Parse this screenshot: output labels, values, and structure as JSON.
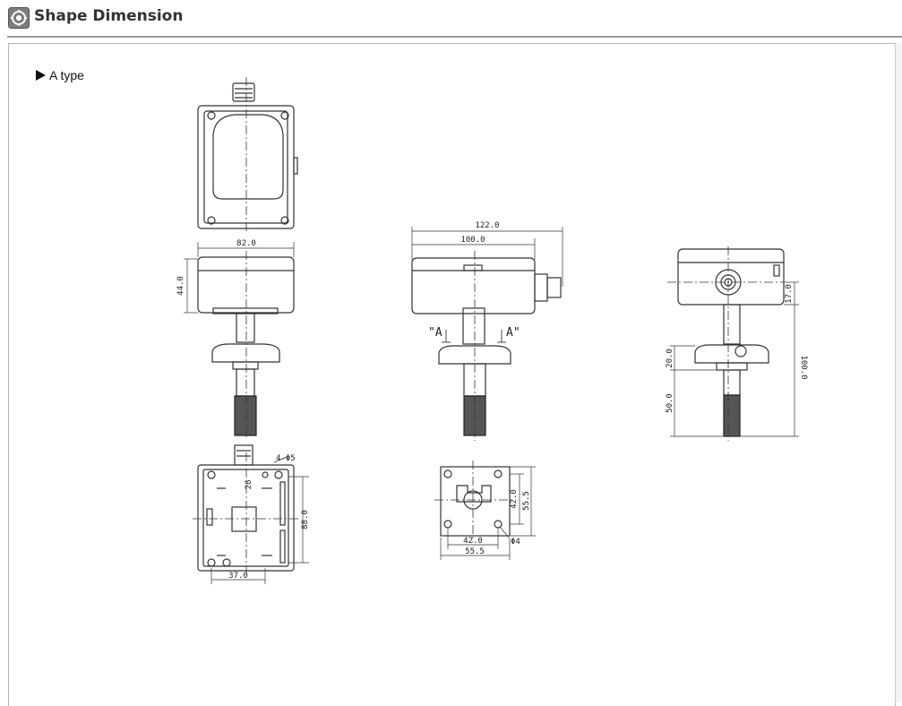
{
  "header": {
    "title": "Shape Dimension",
    "icon": "gear-icon"
  },
  "section": {
    "label": "A type"
  },
  "dimensions": {
    "width_82": "82.0",
    "height_44": "44.0",
    "length_122": "122.0",
    "length_100": "100.0",
    "section_mark_left": "\"A",
    "section_mark_right": "A\"",
    "depth_17": "17.0",
    "flange_20": "20.0",
    "probe_50": "50.0",
    "total_100": "100.0",
    "holes_label": "4-Φ5",
    "dim_26": "26",
    "height_88": "88.0",
    "width_37": "37.0",
    "flange_42h": "42.0",
    "flange_55h": "55.5",
    "flange_42w": "42.0",
    "flange_55w": "55.5",
    "hole_dia": "Φ4"
  }
}
